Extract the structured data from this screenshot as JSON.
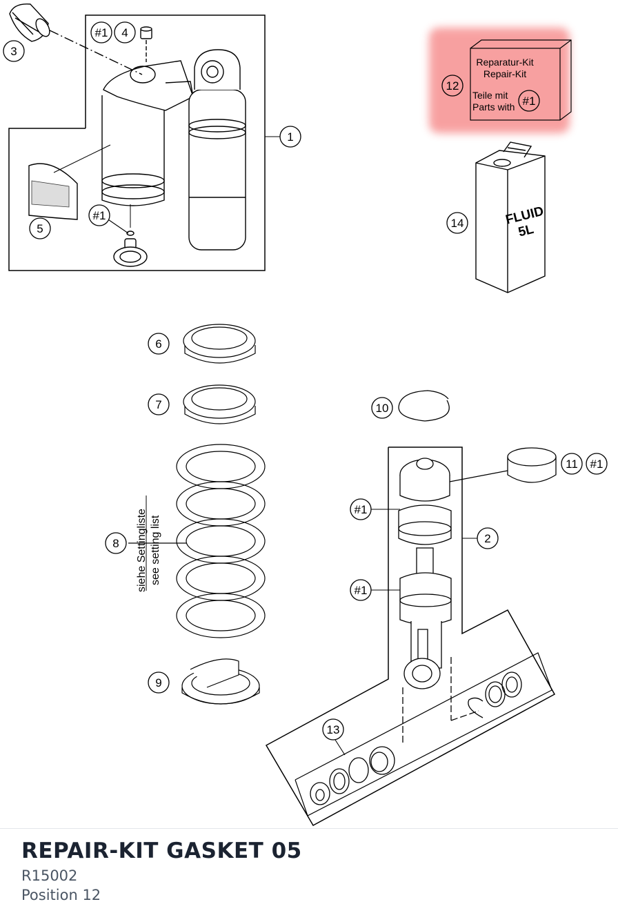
{
  "callouts": {
    "c1": "1",
    "c2": "2",
    "c3": "3",
    "c4": "4",
    "c5": "5",
    "c6": "6",
    "c7": "7",
    "c8": "8",
    "c9": "9",
    "c10": "10",
    "c11": "11",
    "c12": "12",
    "c13": "13",
    "c14": "14",
    "kit_ref": "#1"
  },
  "kit_box": {
    "line1": "Reparatur-Kit",
    "line2": "Repair-Kit",
    "line3": "Teile mit",
    "line4": "Parts with"
  },
  "fluid_can": {
    "line1": "FLUID",
    "line2": "5L"
  },
  "spring_note": {
    "line1": "siehe Settingliste",
    "line2": "see setting list"
  },
  "highlight_color": "#f46e6e",
  "footer": {
    "title": "REPAIR-KIT GASKET 05",
    "part_number": "R15002",
    "position": "Position 12"
  }
}
